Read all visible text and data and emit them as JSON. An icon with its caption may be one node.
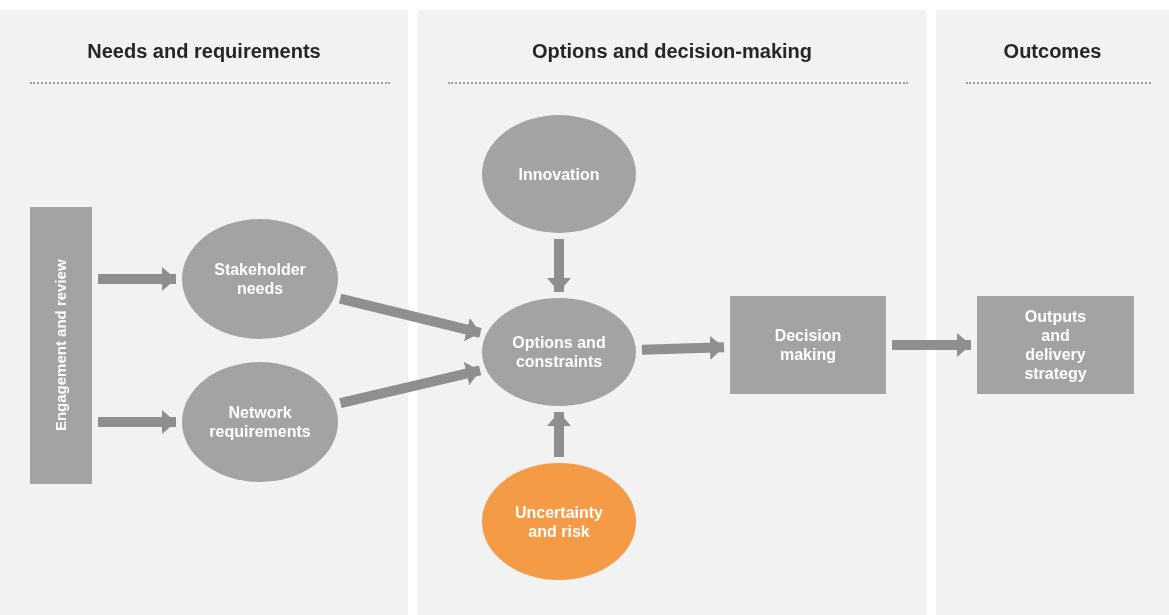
{
  "diagram": {
    "nodes": [
      {
        "text": [
          "Needs and requirements"
        ]
      },
      {
        "text": [
          "Engagement and review"
        ],
        "in": 0
      },
      {
        "text": [
          "Stakeholder needs"
        ],
        "in": 0
      },
      {
        "text": [
          "Network requirements"
        ],
        "in": 0
      },
      {
        "text": [
          "Options and decision-making"
        ]
      },
      {
        "text": [
          "Innovation"
        ],
        "in": 4
      },
      {
        "text": [
          "Options and constraints"
        ],
        "in": 4
      },
      {
        "text": [
          "Uncertainty and risk"
        ],
        "in": 4
      },
      {
        "text": [
          "Decision making"
        ],
        "in": 4
      },
      {
        "text": [
          "Outcomes"
        ]
      },
      {
        "text": [
          "Outputs and delivery strategy"
        ],
        "in": 9
      }
    ],
    "edges": [
      {
        "from": 1,
        "to": 2,
        "arrow": "to"
      },
      {
        "from": 1,
        "to": 3,
        "arrow": "to"
      },
      {
        "from": 2,
        "to": 6,
        "arrow": "to"
      },
      {
        "from": 3,
        "to": 6,
        "arrow": "to"
      },
      {
        "from": 5,
        "to": 6,
        "arrow": "to"
      },
      {
        "from": 7,
        "to": 6,
        "arrow": "to"
      },
      {
        "from": 6,
        "to": 8,
        "arrow": "to"
      },
      {
        "from": 8,
        "to": 10,
        "arrow": "to"
      }
    ]
  }
}
